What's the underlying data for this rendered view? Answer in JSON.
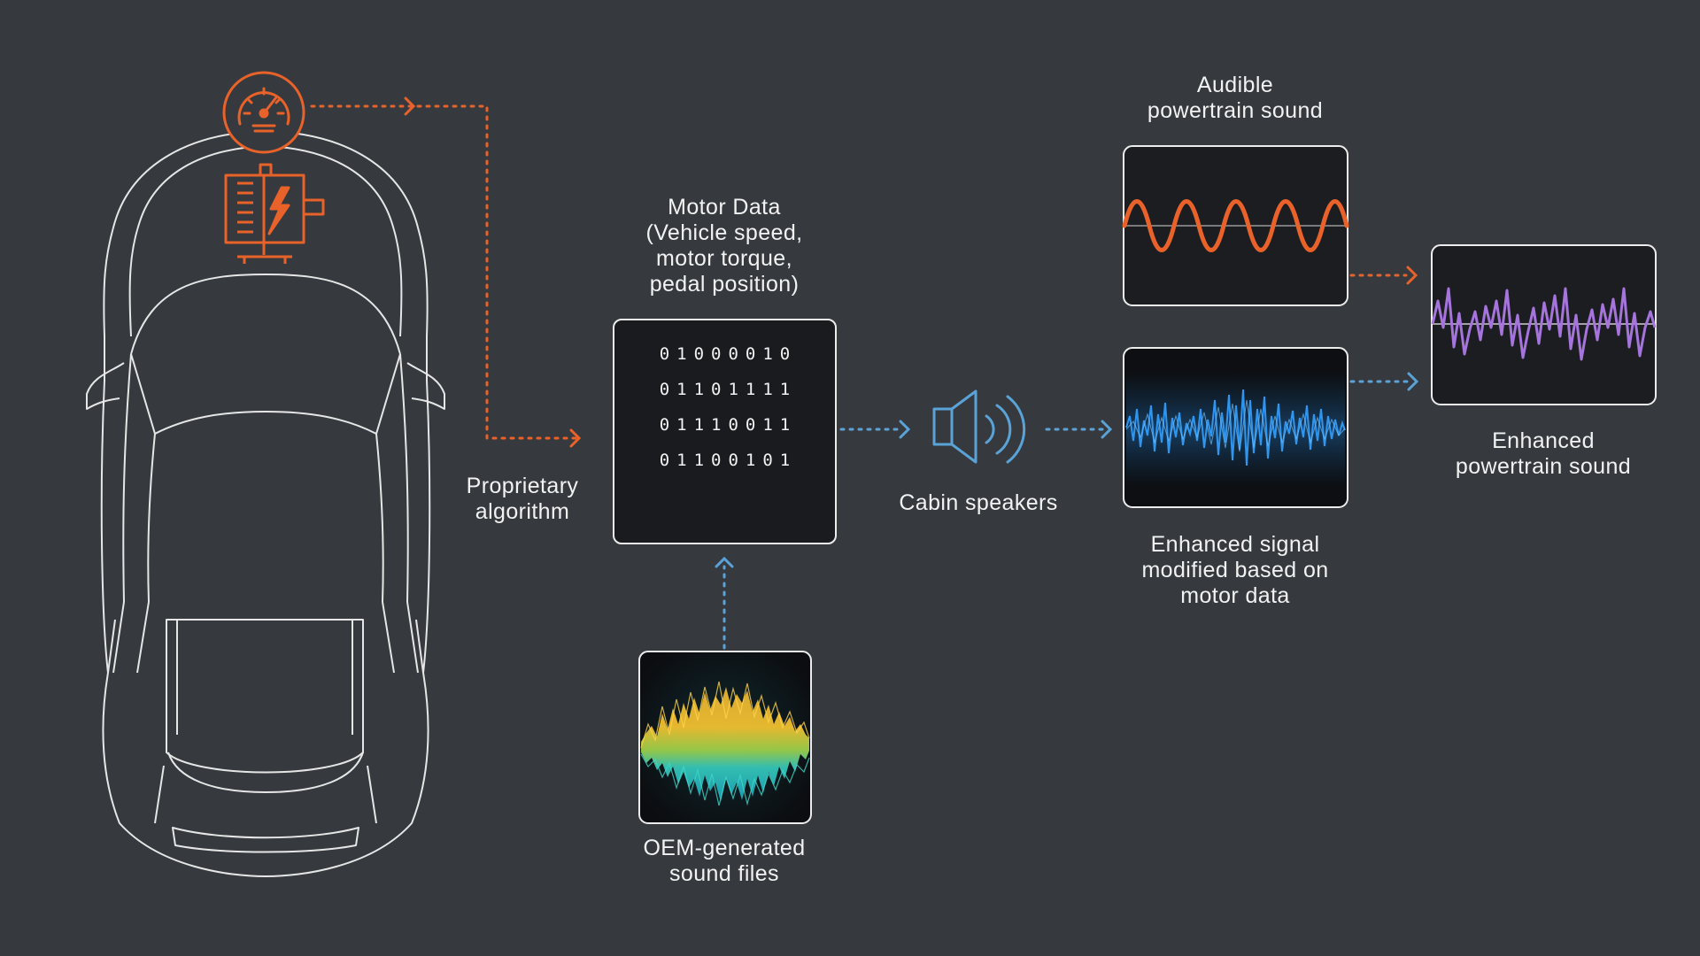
{
  "colors": {
    "background": "#363a3e",
    "outline": "#e6e6e6",
    "orange": "#e8622a",
    "blue": "#5aa3d8",
    "purple": "#a574dc",
    "panel": "#1c1d20"
  },
  "icons": [
    "speedometer-icon",
    "electric-motor-icon",
    "download-icon",
    "speaker-icon"
  ],
  "labels": {
    "motor_data": "Motor Data\n(Vehicle speed,\nmotor torque,\npedal position)",
    "proprietary": "Proprietary\nalgorithm",
    "cabin": "Cabin speakers",
    "audible": "Audible\npowertrain sound",
    "enhanced_signal": "Enhanced signal\nmodified based on\nmotor data",
    "enhanced_sound": "Enhanced\npowertrain sound",
    "oem": "OEM-generated\nsound files"
  },
  "binary_rows": [
    "01000010",
    "01101111",
    "01110011",
    "01100101"
  ]
}
